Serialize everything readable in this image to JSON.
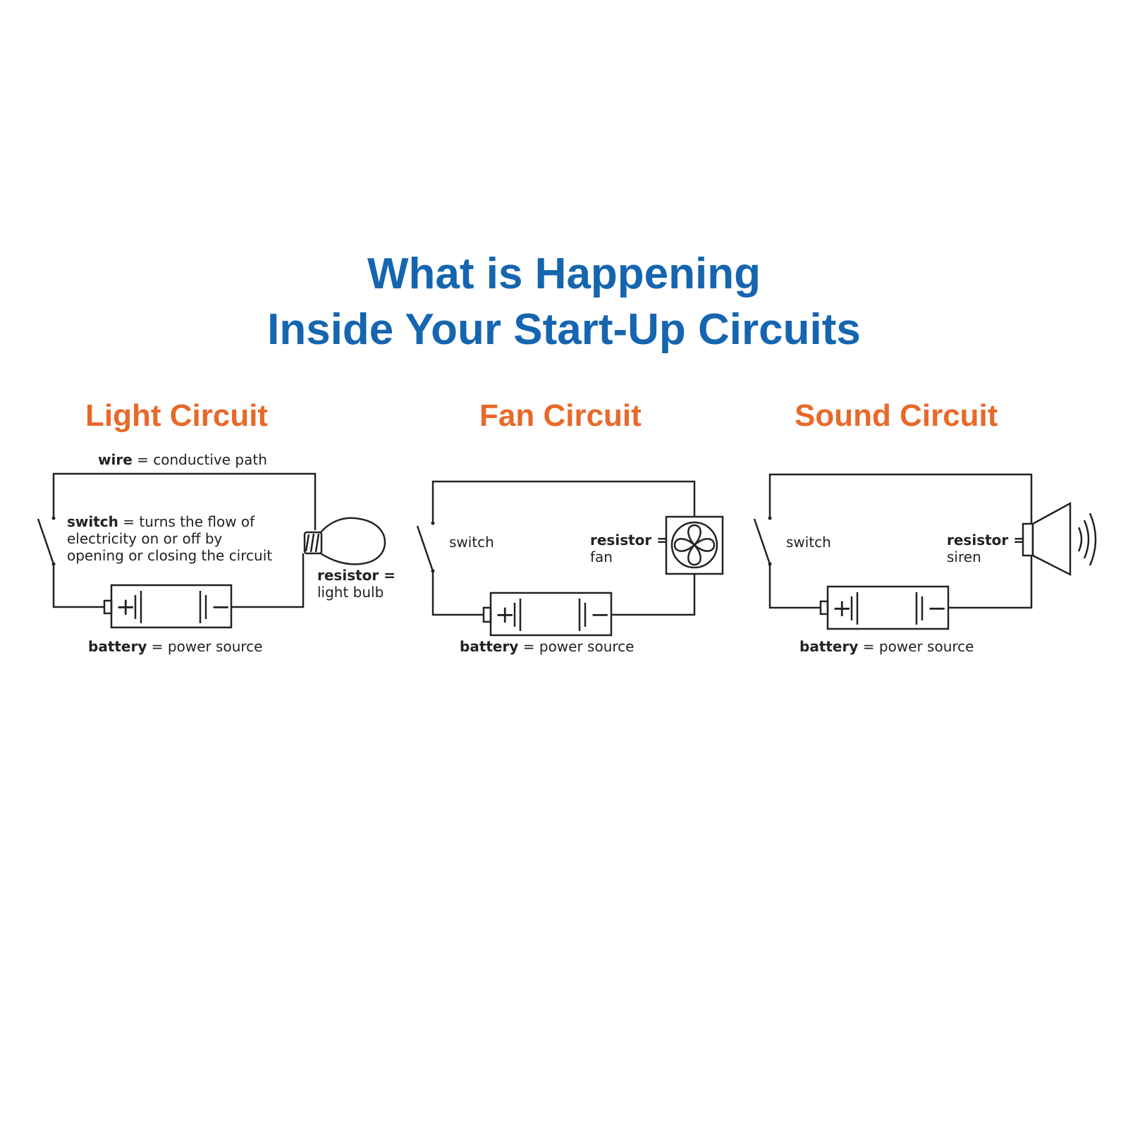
{
  "title": {
    "line1": "What is Happening",
    "line2": "Inside Your Start-Up Circuits"
  },
  "colors": {
    "title": "#1565b0",
    "heading": "#e8692a",
    "line": "#222222"
  },
  "icons": [
    "switch-icon",
    "battery-icon",
    "light-bulb-icon",
    "fan-icon",
    "siren-icon",
    "sound-waves-icon"
  ],
  "light": {
    "heading": "Light Circuit",
    "wire_bold": "wire",
    "wire_rest": " = conductive path",
    "switch_bold": "switch",
    "switch_rest": " = turns the flow of",
    "switch_line2": "electricity on or off by",
    "switch_line3": "opening or closing the circuit",
    "resistor_bold": "resistor =",
    "resistor_item": "light bulb",
    "battery_bold": "battery",
    "battery_rest": " = power source"
  },
  "fan": {
    "heading": "Fan Circuit",
    "switch": "switch",
    "resistor_bold": "resistor =",
    "resistor_item": "fan",
    "battery_bold": "battery",
    "battery_rest": " = power source"
  },
  "sound": {
    "heading": "Sound Circuit",
    "switch": "switch",
    "resistor_bold": "resistor =",
    "resistor_item": "siren",
    "battery_bold": "battery",
    "battery_rest": " = power source"
  },
  "battery": {
    "plus": "+",
    "minus": "−"
  }
}
